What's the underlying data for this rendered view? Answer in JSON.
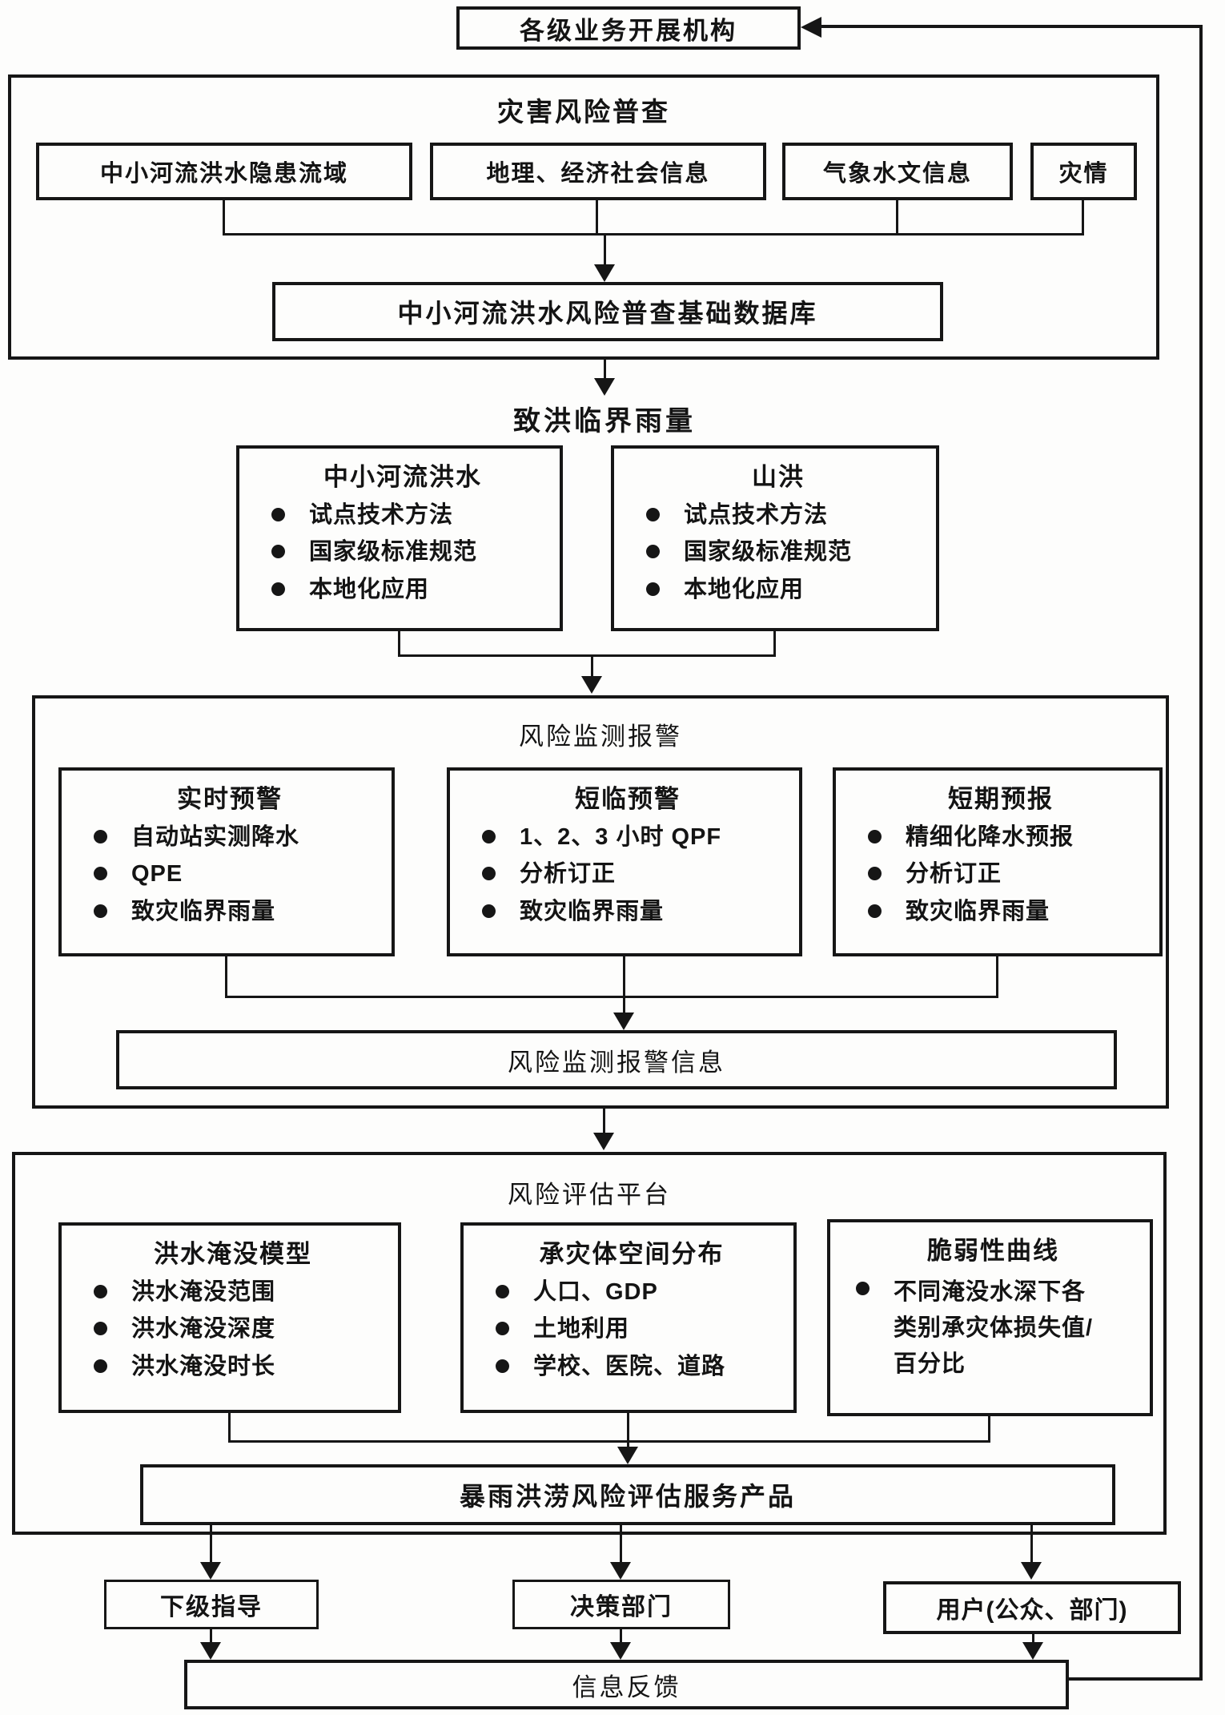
{
  "top": {
    "agency": "各级业务开展机构"
  },
  "survey": {
    "title": "灾害风险普查",
    "inputs": [
      "中小河流洪水隐患流域",
      "地理、经济社会信息",
      "气象水文信息",
      "灾情"
    ],
    "database": "中小河流洪水风险普查基础数据库"
  },
  "critical": {
    "title": "致洪临界雨量",
    "boxes": [
      {
        "title": "中小河流洪水",
        "bullets": [
          "试点技术方法",
          "国家级标准规范",
          "本地化应用"
        ]
      },
      {
        "title": "山洪",
        "bullets": [
          "试点技术方法",
          "国家级标准规范",
          "本地化应用"
        ]
      }
    ]
  },
  "monitoring": {
    "title": "风险监测报警",
    "boxes": [
      {
        "title": "实时预警",
        "bullets": [
          "自动站实测降水",
          "QPE",
          "致灾临界雨量"
        ]
      },
      {
        "title": "短临预警",
        "bullets": [
          "1、2、3 小时 QPF",
          "分析订正",
          "致灾临界雨量"
        ]
      },
      {
        "title": "短期预报",
        "bullets": [
          "精细化降水预报",
          "分析订正",
          "致灾临界雨量"
        ]
      }
    ],
    "output": "风险监测报警信息"
  },
  "assessment": {
    "title": "风险评估平台",
    "boxes": [
      {
        "title": "洪水淹没模型",
        "bullets": [
          "洪水淹没范围",
          "洪水淹没深度",
          "洪水淹没时长"
        ]
      },
      {
        "title": "承灾体空间分布",
        "bullets": [
          "人口、GDP",
          "土地利用",
          "学校、医院、道路"
        ]
      },
      {
        "title": "脆弱性曲线",
        "bullets": [
          "不同淹没水深下各类别承灾体损失值/百分比"
        ]
      }
    ],
    "product": "暴雨洪涝风险评估服务产品"
  },
  "recipients": [
    "下级指导",
    "决策部门",
    "用户(公众、部门)"
  ],
  "feedback": {
    "label": "信息反馈"
  },
  "colors": {
    "line": "#161616",
    "background": "#fdfdfc",
    "text": "#141414"
  }
}
